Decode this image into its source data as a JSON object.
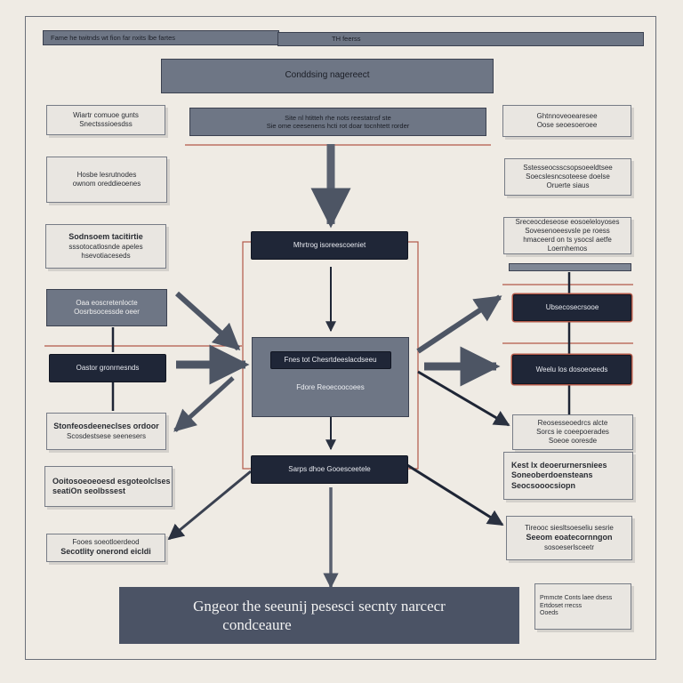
{
  "header": {
    "left_text": "Fame he twitnds wt fion far nxits lbe fartes",
    "right_text": "TH feerss"
  },
  "title": "Conddsing nagereect",
  "subtitle": "Site nl htitteh rhe nots reestatnsf ste\nSie ome ceesenens hcti rot doar tocnhtett rorder",
  "left_boxes": [
    {
      "line1": "Wiartr comuoe gunts",
      "line2": "Snectsssioesdss"
    },
    {
      "line1": "Hosbe lesrutnodes",
      "line2": "ownom oreddieoenes"
    },
    {
      "line1": "Sodnsoem tacitirtie",
      "line2": "sssotocatlosnde apeles",
      "line3": "hsevotiaceseds"
    },
    {
      "line1": "Oaa eoscretenlocte",
      "line2": "Oosrbsocessde oeer"
    },
    {
      "line1": "Oastor gronrnesnds"
    },
    {
      "line1": "Stonfeosdeeneclses ordoor",
      "line2": "Scosdestsese seenesers"
    },
    {
      "line1": "Ooitosoeoeoesd esgoteolclses",
      "line2": "seatiOn seolbssest"
    },
    {
      "line1": "Fooes soeotloerdeod",
      "line2": "Secotlity onerond eicldi"
    }
  ],
  "right_boxes": [
    {
      "line1": "Ghtnnoveoearesee",
      "line2": "Oose seoesoeroee"
    },
    {
      "line1": "Sstesseocsscsopsoeeldtsee",
      "line2": "Soecslesncsoteese doelse",
      "line3": "Oruerte siaus"
    },
    {
      "line1": "Sreceocdeseose eosoeleloyoses",
      "line2": "Sovesenoeesvsle pe roess",
      "line3": "hmaceerd on ts ysocsl aetfe",
      "line4": "Loernhemos"
    },
    {
      "line1": "Ubsecosecrsooe"
    },
    {
      "line1": "Weelu los dosoeoeeds"
    },
    {
      "line1": "Reosesseoedrcs alcte",
      "line2": "Sorcs ie coeepoerades",
      "line3": "Soeoe ooresde"
    },
    {
      "line1": "Kest lx deoerurnersniees",
      "line2": "Soneoberdoensteans",
      "line3": "Seocsooocsiopn"
    },
    {
      "line1": "Tireooc siesltsoeseliu sesrie",
      "line2": "Seeom eoatecornngon",
      "line3": "sosoeserlsceetr"
    },
    {
      "line1": "Pmmcte Conts laee dsess",
      "line2": "Ertdoset  rrecss",
      "line3": "Ooeds"
    }
  ],
  "center": {
    "top_node": "Mhrtrog isoreescoeniet",
    "core_header": "Fnes tot Chesrtdeeslacdseeu",
    "core_body": "Fdore Reoecoocoees",
    "bottom_node": "Sarps dhoe Gooesceetele"
  },
  "footer": {
    "line1": "Gngeor the seeunij pesesci secnty narcecr",
    "line2": "condceaure"
  }
}
